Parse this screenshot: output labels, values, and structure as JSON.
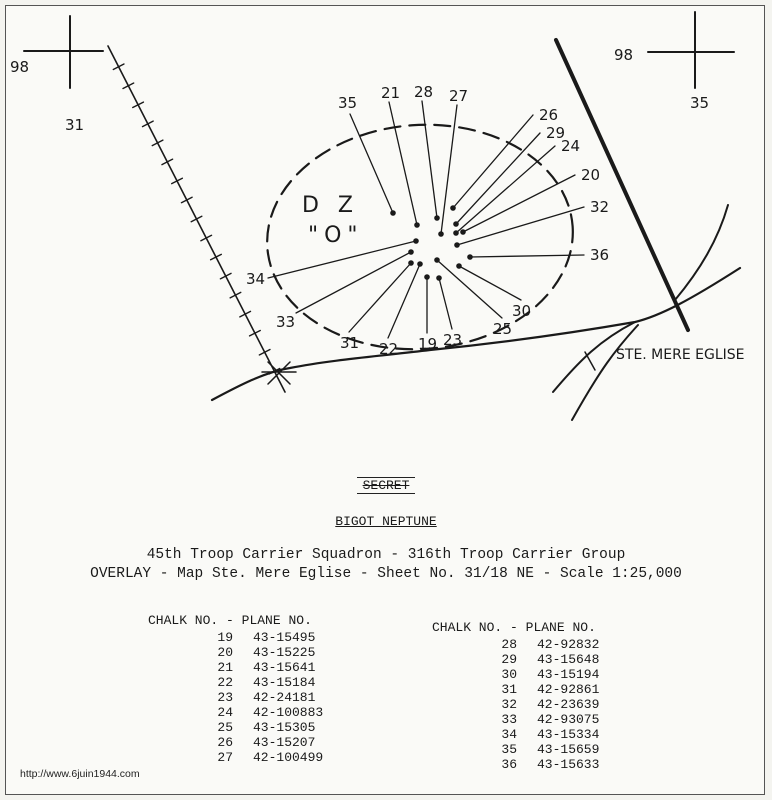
{
  "map": {
    "grid_labels": {
      "left_top": "98",
      "left_bottom": "31",
      "right_top": "98",
      "right_bottom": "35"
    },
    "drop_zone": {
      "line1": "D Z",
      "line2": "\"O\""
    },
    "town_label": "STE. MERE EGLISE",
    "chalk_labels": [
      "35",
      "21",
      "28",
      "27",
      "26",
      "29",
      "24",
      "20",
      "32",
      "36",
      "34",
      "33",
      "31",
      "22",
      "19",
      "23",
      "25",
      "30"
    ]
  },
  "document": {
    "classification_stamp": "SECRET",
    "bigot": "BIGOT NEPTUNE",
    "unit_line": "45th Troop Carrier Squadron - 316th Troop Carrier Group",
    "overlay_line": "OVERLAY - Map Ste. Mere Eglise - Sheet No. 31/18 NE - Scale 1:25,000"
  },
  "tables": {
    "header": {
      "chalk": "CHALK NO.",
      "sep": "-",
      "plane": "PLANE NO."
    },
    "left": [
      {
        "chalk": "19",
        "plane": "43-15495"
      },
      {
        "chalk": "20",
        "plane": "43-15225"
      },
      {
        "chalk": "21",
        "plane": "43-15641"
      },
      {
        "chalk": "22",
        "plane": "43-15184"
      },
      {
        "chalk": "23",
        "plane": "42-24181"
      },
      {
        "chalk": "24",
        "plane": "42-100883"
      },
      {
        "chalk": "25",
        "plane": "43-15305"
      },
      {
        "chalk": "26",
        "plane": "43-15207"
      },
      {
        "chalk": "27",
        "plane": "42-100499"
      }
    ],
    "right": [
      {
        "chalk": "28",
        "plane": "42-92832"
      },
      {
        "chalk": "29",
        "plane": "43-15648"
      },
      {
        "chalk": "30",
        "plane": "43-15194"
      },
      {
        "chalk": "31",
        "plane": "42-92861"
      },
      {
        "chalk": "32",
        "plane": "42-23639"
      },
      {
        "chalk": "33",
        "plane": "42-93075"
      },
      {
        "chalk": "34",
        "plane": "43-15334"
      },
      {
        "chalk": "35",
        "plane": "43-15659"
      },
      {
        "chalk": "36",
        "plane": "43-15633"
      }
    ]
  },
  "footer": {
    "url": "http://www.6juin1944.com"
  }
}
